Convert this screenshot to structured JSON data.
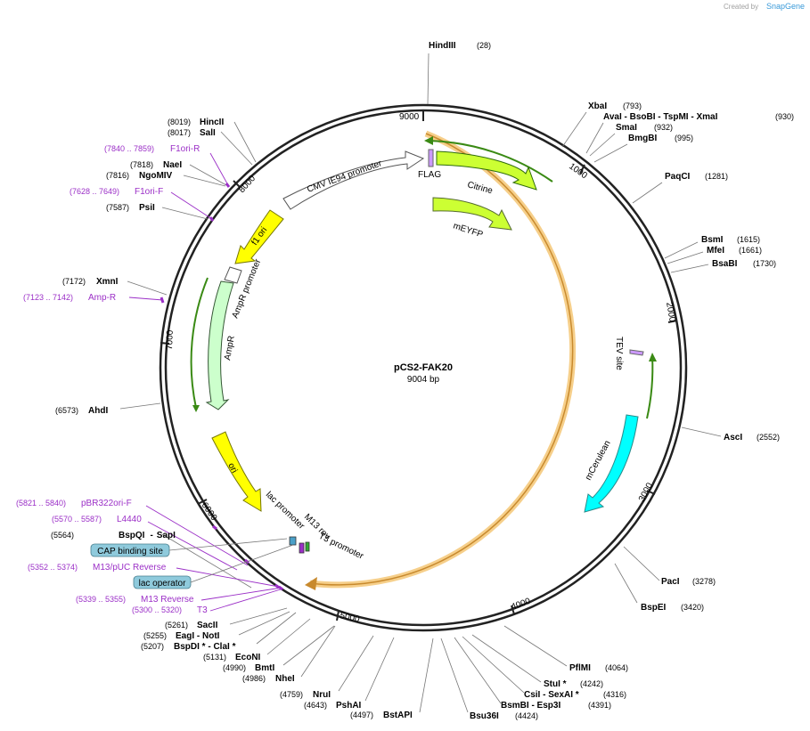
{
  "credit": {
    "text": "Created by",
    "brand": "SnapGene"
  },
  "plasmid": {
    "name": "pCS2-FAK20",
    "size_label": "9004 bp",
    "length": 9004
  },
  "ticks": [
    "1000",
    "2000",
    "3000",
    "4000",
    "5000",
    "6000",
    "7000",
    "8000",
    "9000"
  ],
  "features": [
    {
      "name": "Citrine",
      "start": 400,
      "end": 1100,
      "color": "#ccff33",
      "stroke": "#2e6b0a"
    },
    {
      "name": "mEYFP",
      "start": 500,
      "end": 1150,
      "color": "#ccff33",
      "stroke": "#556b2f"
    },
    {
      "name": "FLAG",
      "start": 280,
      "end": 300,
      "color": "#cc99ff",
      "stroke": "#666666"
    },
    {
      "name": "TEV site",
      "start": 2300,
      "end": 2330,
      "color": "#cc99ff",
      "stroke": "#666666"
    },
    {
      "name": "mCerulean",
      "start": 2700,
      "end": 3400,
      "color": "#00ffff",
      "stroke": "#2a8a8a"
    },
    {
      "name": "ori",
      "start": 5900,
      "end": 6250,
      "color": "#ffff00",
      "stroke": "#777700"
    },
    {
      "name": "AmpR",
      "start": 6420,
      "end": 7230,
      "color": "#ccffcc",
      "stroke": "#335533"
    },
    {
      "name": "AmpR promoter",
      "start": 7230,
      "end": 7330,
      "color": "#ffffff",
      "stroke": "#555555"
    },
    {
      "name": "f1 ori",
      "start": 7470,
      "end": 7830,
      "color": "#ffff00",
      "stroke": "#777700"
    },
    {
      "name": "CMV IE94 promoter",
      "start": 8000,
      "end": 8950,
      "color": "#ffffff",
      "stroke": "#555555"
    },
    {
      "name": "lac promoter",
      "start": 5390,
      "end": 5420,
      "color": "#ffffff",
      "stroke": "#555555"
    },
    {
      "name": "M13 rev",
      "start": 5339,
      "end": 5355,
      "color": "#cc99ff",
      "stroke": "#555555"
    },
    {
      "name": "T3 promoter",
      "start": 5300,
      "end": 5320,
      "color": "#33aa33",
      "stroke": "#555555"
    }
  ],
  "restriction_sites": [
    {
      "name": "HindIII",
      "pos": "(28)"
    },
    {
      "name": "XbaI",
      "pos": "(793)"
    },
    {
      "name": "AvaI  - BsoBI  - TspMI  - XmaI",
      "pos": "(930)"
    },
    {
      "name": "SmaI",
      "pos": "(932)"
    },
    {
      "name": "BmgBI",
      "pos": "(995)"
    },
    {
      "name": "PaqCI",
      "pos": "(1281)"
    },
    {
      "name": "BsmI",
      "pos": "(1615)"
    },
    {
      "name": "MfeI",
      "pos": "(1661)"
    },
    {
      "name": "BsaBI",
      "pos": "(1730)"
    },
    {
      "name": "AscI",
      "pos": "(2552)"
    },
    {
      "name": "PacI",
      "pos": "(3278)"
    },
    {
      "name": "BspEI",
      "pos": "(3420)"
    },
    {
      "name": "PflMI",
      "pos": "(4064)"
    },
    {
      "name": "StuI *",
      "pos": "(4242)"
    },
    {
      "name": "CsiI  - SexAI *",
      "pos": "(4316)"
    },
    {
      "name": "BsmBI  - Esp3I",
      "pos": "(4391)"
    },
    {
      "name": "Bsu36I",
      "pos": "(4424)"
    },
    {
      "name": "BstAPI",
      "pos": "(4497)"
    },
    {
      "name": "PshAI",
      "pos": "(4643)"
    },
    {
      "name": "NruI",
      "pos": "(4759)"
    },
    {
      "name": "NheI",
      "pos": "(4986)"
    },
    {
      "name": "BmtI",
      "pos": "(4990)"
    },
    {
      "name": "EcoNI",
      "pos": "(5131)"
    },
    {
      "name": "BspDI *  - ClaI *",
      "pos": "(5207)"
    },
    {
      "name": "EagI  - NotI",
      "pos": "(5255)"
    },
    {
      "name": "SacII",
      "pos": "(5261)"
    },
    {
      "name": "SapI",
      "pos": ""
    },
    {
      "name": "BspQI",
      "pos": "(5564)"
    },
    {
      "name": "AhdI",
      "pos": "(6573)"
    },
    {
      "name": "XmnI",
      "pos": "(7172)"
    },
    {
      "name": "PsiI",
      "pos": "(7587)"
    },
    {
      "name": "NgoMIV",
      "pos": "(7816)"
    },
    {
      "name": "NaeI",
      "pos": "(7818)"
    },
    {
      "name": "SalI",
      "pos": "(8017)"
    },
    {
      "name": "HincII",
      "pos": "(8019)"
    }
  ],
  "primers": [
    {
      "name": "F1ori-R",
      "pos": "(7840 .. 7859)"
    },
    {
      "name": "F1ori-F",
      "pos": "(7628 .. 7649)"
    },
    {
      "name": "Amp-R",
      "pos": "(7123 .. 7142)"
    },
    {
      "name": "pBR322ori-F",
      "pos": "(5821 .. 5840)"
    },
    {
      "name": "L4440",
      "pos": "(5570 .. 5587)"
    },
    {
      "name": "M13/pUC Reverse",
      "pos": "(5352 .. 5374)"
    },
    {
      "name": "M13 Reverse",
      "pos": "(5339 .. 5355)"
    },
    {
      "name": "T3",
      "pos": "(5300 .. 5320)"
    }
  ],
  "badges": [
    "CAP binding site",
    "lac operator"
  ],
  "colors": {
    "backbone": "#222222",
    "highlight": "#f0b050",
    "primer": "#9b2fc7",
    "badge": "#8fcadc"
  }
}
